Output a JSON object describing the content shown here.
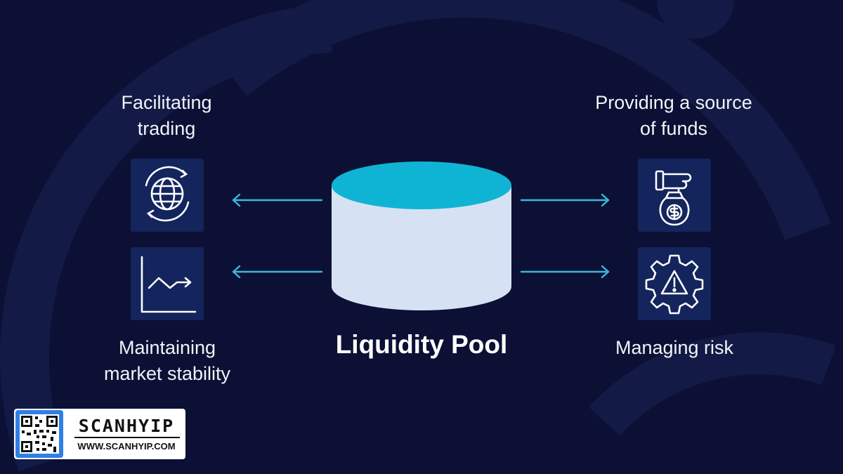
{
  "diagram": {
    "center_label": "Liquidity Pool",
    "functions": [
      {
        "id": "facilitating-trading",
        "label": "Facilitating\ntrading",
        "icon": "globe-cycle-icon"
      },
      {
        "id": "maintaining-stability",
        "label": "Maintaining\nmarket stability",
        "icon": "trend-chart-icon"
      },
      {
        "id": "providing-funds",
        "label": "Providing a source\nof funds",
        "icon": "hand-money-bag-icon"
      },
      {
        "id": "managing-risk",
        "label": "Managing risk",
        "icon": "gear-warning-icon"
      }
    ]
  },
  "watermark": {
    "brand": "SCANHYIP",
    "url": "WWW.SCANHYIP.COM"
  },
  "colors": {
    "background": "#0b1034",
    "icon_box": "#14245c",
    "arrow": "#3fb6dc",
    "cylinder_top": "#0fb4d4",
    "cylinder_body": "#d6e2f3"
  }
}
